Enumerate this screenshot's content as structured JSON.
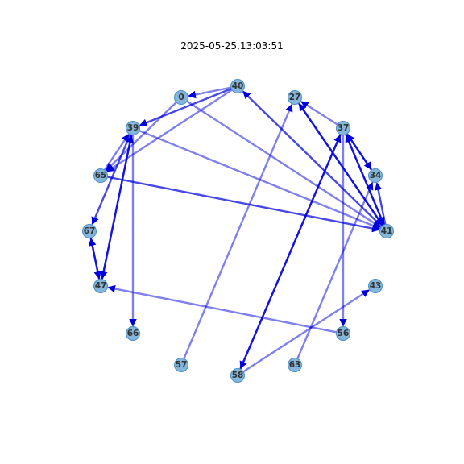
{
  "title": "2025-05-25,13:03:51",
  "colors": {
    "edge": "#0000dd",
    "node_fill": "#6fa8d4",
    "node_stroke": "#4d8fc3"
  },
  "nodes": [
    "0",
    "40",
    "27",
    "37",
    "34",
    "41",
    "43",
    "56",
    "63",
    "58",
    "57",
    "66",
    "47",
    "67",
    "65",
    "39"
  ],
  "edges": [
    {
      "from": "40",
      "to": "0",
      "weight": "light"
    },
    {
      "from": "40",
      "to": "39",
      "weight": "strong"
    },
    {
      "from": "40",
      "to": "65",
      "weight": "light"
    },
    {
      "from": "41",
      "to": "40",
      "weight": "strong"
    },
    {
      "from": "0",
      "to": "65",
      "weight": "light"
    },
    {
      "from": "0",
      "to": "41",
      "weight": "light"
    },
    {
      "from": "39",
      "to": "41",
      "weight": "light"
    },
    {
      "from": "65",
      "to": "41",
      "weight": "strong"
    },
    {
      "from": "65",
      "to": "39",
      "weight": "light"
    },
    {
      "from": "39",
      "to": "67",
      "weight": "strong"
    },
    {
      "from": "39",
      "to": "47",
      "weight": "strong"
    },
    {
      "from": "39",
      "to": "66",
      "weight": "light"
    },
    {
      "from": "47",
      "to": "39",
      "weight": "strong"
    },
    {
      "from": "67",
      "to": "47",
      "weight": "strong"
    },
    {
      "from": "47",
      "to": "67",
      "weight": "strong"
    },
    {
      "from": "56",
      "to": "47",
      "weight": "light"
    },
    {
      "from": "57",
      "to": "27",
      "weight": "light"
    },
    {
      "from": "58",
      "to": "43",
      "weight": "light"
    },
    {
      "from": "58",
      "to": "37",
      "weight": "strong"
    },
    {
      "from": "37",
      "to": "58",
      "weight": "strong"
    },
    {
      "from": "63",
      "to": "34",
      "weight": "light"
    },
    {
      "from": "37",
      "to": "56",
      "weight": "light"
    },
    {
      "from": "37",
      "to": "27",
      "weight": "light"
    },
    {
      "from": "41",
      "to": "27",
      "weight": "strong"
    },
    {
      "from": "27",
      "to": "41",
      "weight": "strong"
    },
    {
      "from": "37",
      "to": "41",
      "weight": "strong"
    },
    {
      "from": "41",
      "to": "37",
      "weight": "strong"
    },
    {
      "from": "37",
      "to": "34",
      "weight": "strong"
    },
    {
      "from": "34",
      "to": "37",
      "weight": "strong"
    },
    {
      "from": "41",
      "to": "34",
      "weight": "strong"
    }
  ]
}
